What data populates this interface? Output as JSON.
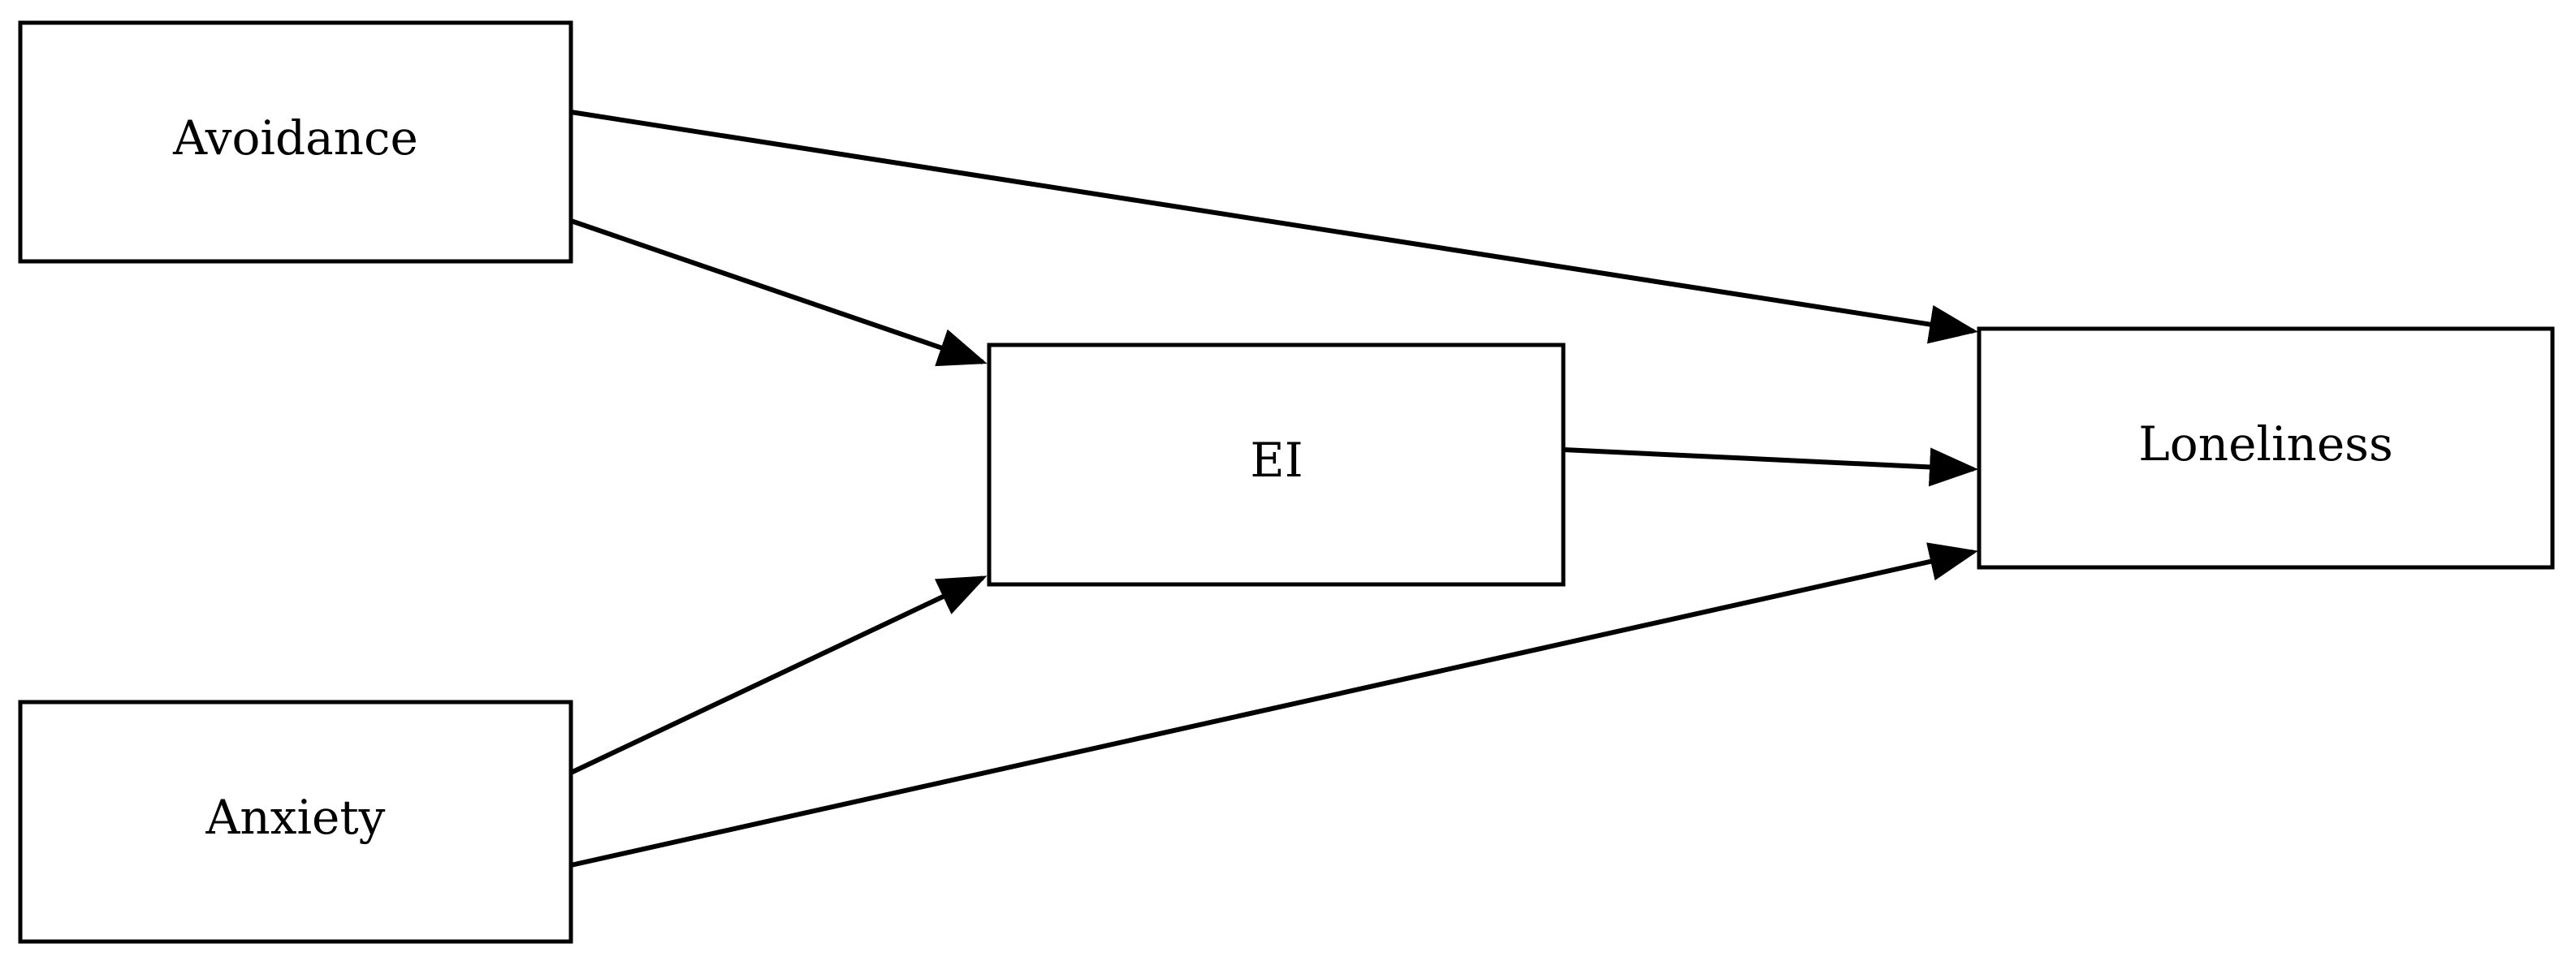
{
  "diagram": {
    "nodes": {
      "avoidance": {
        "label": "Avoidance"
      },
      "ei": {
        "label": "EI"
      },
      "loneliness": {
        "label": "Loneliness"
      },
      "anxiety": {
        "label": "Anxiety"
      }
    },
    "edges": [
      {
        "from": "Avoidance",
        "to": "Loneliness"
      },
      {
        "from": "Avoidance",
        "to": "EI"
      },
      {
        "from": "EI",
        "to": "Loneliness"
      },
      {
        "from": "Anxiety",
        "to": "EI"
      },
      {
        "from": "Anxiety",
        "to": "Loneliness"
      }
    ],
    "colors": {
      "stroke": "#000000",
      "background": "#ffffff"
    }
  }
}
